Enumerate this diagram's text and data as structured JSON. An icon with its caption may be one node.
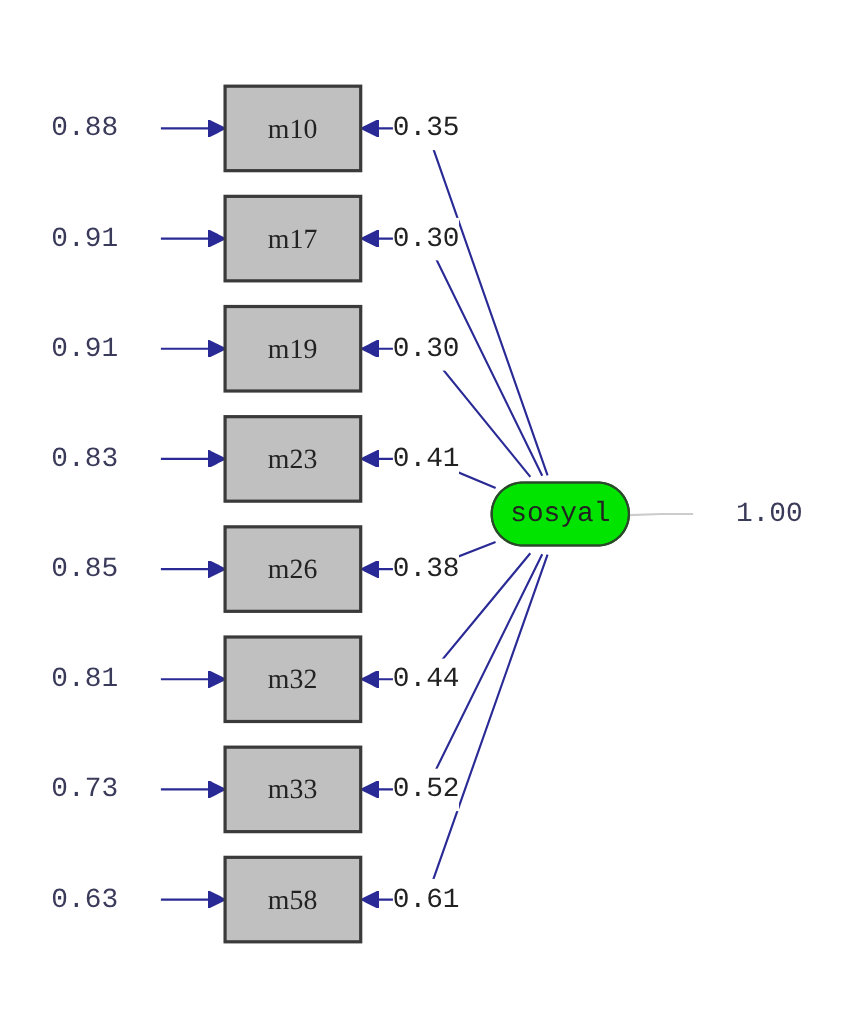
{
  "diagram": {
    "nodes": [
      {
        "text": [
          "sosyal"
        ]
      },
      {
        "text": [
          "1.00"
        ]
      },
      {
        "text": [
          "m10"
        ]
      },
      {
        "text": [
          "m17"
        ]
      },
      {
        "text": [
          "m19"
        ]
      },
      {
        "text": [
          "m23"
        ]
      },
      {
        "text": [
          "m26"
        ]
      },
      {
        "text": [
          "m32"
        ]
      },
      {
        "text": [
          "m33"
        ]
      },
      {
        "text": [
          "m58"
        ]
      },
      {
        "text": [
          "0.88"
        ]
      },
      {
        "text": [
          "0.91"
        ]
      },
      {
        "text": [
          "0.91"
        ]
      },
      {
        "text": [
          "0.83"
        ]
      },
      {
        "text": [
          "0.85"
        ]
      },
      {
        "text": [
          "0.81"
        ]
      },
      {
        "text": [
          "0.73"
        ]
      },
      {
        "text": [
          "0.63"
        ]
      }
    ],
    "edges": [
      {
        "from": 0,
        "to": 2,
        "arrow": "to",
        "label": "0.35"
      },
      {
        "from": 0,
        "to": 3,
        "arrow": "to",
        "label": "0.30"
      },
      {
        "from": 0,
        "to": 4,
        "arrow": "to",
        "label": "0.30"
      },
      {
        "from": 0,
        "to": 5,
        "arrow": "to",
        "label": "0.41"
      },
      {
        "from": 0,
        "to": 6,
        "arrow": "to",
        "label": "0.38"
      },
      {
        "from": 0,
        "to": 7,
        "arrow": "to",
        "label": "0.44"
      },
      {
        "from": 0,
        "to": 8,
        "arrow": "to",
        "label": "0.52"
      },
      {
        "from": 0,
        "to": 9,
        "arrow": "to",
        "label": "0.61"
      },
      {
        "from": 10,
        "to": 2,
        "arrow": "to"
      },
      {
        "from": 11,
        "to": 3,
        "arrow": "to"
      },
      {
        "from": 12,
        "to": 4,
        "arrow": "to"
      },
      {
        "from": 13,
        "to": 5,
        "arrow": "to"
      },
      {
        "from": 14,
        "to": 6,
        "arrow": "to"
      },
      {
        "from": 15,
        "to": 7,
        "arrow": "to"
      },
      {
        "from": 16,
        "to": 8,
        "arrow": "to"
      },
      {
        "from": 17,
        "to": 9,
        "arrow": "to"
      },
      {
        "from": 0,
        "to": 1,
        "arrow": "none",
        "color": "#cccccc"
      }
    ]
  }
}
